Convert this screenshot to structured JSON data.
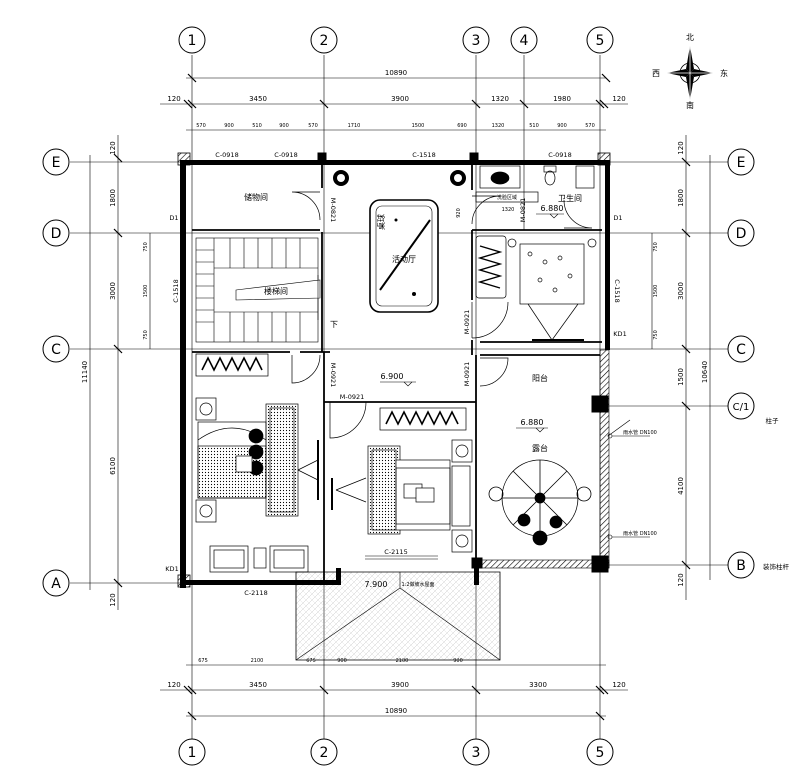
{
  "compass": {
    "north": "北",
    "south": "南",
    "east": "东",
    "west": "西"
  },
  "axes": {
    "col_1": "1",
    "col_2": "2",
    "col_3": "3",
    "col_4": "4",
    "col_5": "5",
    "row_E": "E",
    "row_D": "D",
    "row_C": "C",
    "row_C1": "C/1",
    "row_B": "B",
    "row_A": "A"
  },
  "dims_top": {
    "overall": "10890",
    "left_120": "120",
    "span_1_2": "3450",
    "span_2_3": "3900",
    "span_3_4": "1320",
    "span_4_5": "1980",
    "right_120": "120",
    "openings": [
      "570",
      "900",
      "510",
      "900",
      "570",
      "1710",
      "1500",
      "690",
      "1320",
      "510",
      "900",
      "570"
    ]
  },
  "dims_bottom": {
    "overall": "10890",
    "left_120": "120",
    "span_1_2": "3450",
    "span_2_3": "3900",
    "span_3_5": "3300",
    "right_120": "120",
    "openings": [
      "675",
      "2100",
      "675",
      "900",
      "2100",
      "900"
    ]
  },
  "dims_left": {
    "overall": "11140",
    "top_120": "120",
    "span_E_D": "1800",
    "span_D_C": "3000",
    "span_C_A": "6100",
    "bottom_120": "120",
    "window_750a": "750",
    "window_1500": "1500",
    "window_750b": "750"
  },
  "dims_right": {
    "overall": "10640",
    "top_120": "120",
    "span_E_D": "1800",
    "span_D_C": "3000",
    "span_C_C1": "1500",
    "span_C1_B": "4100",
    "bottom_120": "120",
    "window_750a": "750",
    "window_1500": "1500",
    "window_750b": "750"
  },
  "rooms": {
    "storage": "储物间",
    "stair": "楼梯间",
    "activity": "活动厅",
    "bathroom": "卫生间",
    "balcony": "阳台",
    "terrace": "露台",
    "billiards": "桌球",
    "stair_down": "下",
    "washroom": "洗脸区域"
  },
  "levels": {
    "hall": "6.900",
    "bath": "6.880",
    "terrace": "6.880",
    "roof": "7.900"
  },
  "tags": {
    "win_storage_1": "C-0918",
    "win_storage_2": "C-0918",
    "win_activity": "C-1518",
    "win_bath": "C-0918",
    "win_stair": "C-1518",
    "win_right": "C-1518",
    "door_storage": "M-0821",
    "door_bath": "M-0821",
    "door_stair_room": "M-0921",
    "door_bath_lower": "M-0921",
    "door_bed2": "M-0921",
    "door_balcony": "M-0921",
    "win_bed1": "C-2118",
    "win_bed2": "C-2115",
    "kd_left_top": "D1",
    "kd_right_top": "D1",
    "kd_right_mid": "KD1",
    "kd_left_bot": "KD1",
    "dim_1320": "1320",
    "dim_920": "920",
    "column": "柱子",
    "deco_column": "装饰柱杆",
    "roof_note": "1:2做坡水屋面",
    "pipe_1": "雨水管 DN100",
    "pipe_2": "雨水管 DN100"
  }
}
